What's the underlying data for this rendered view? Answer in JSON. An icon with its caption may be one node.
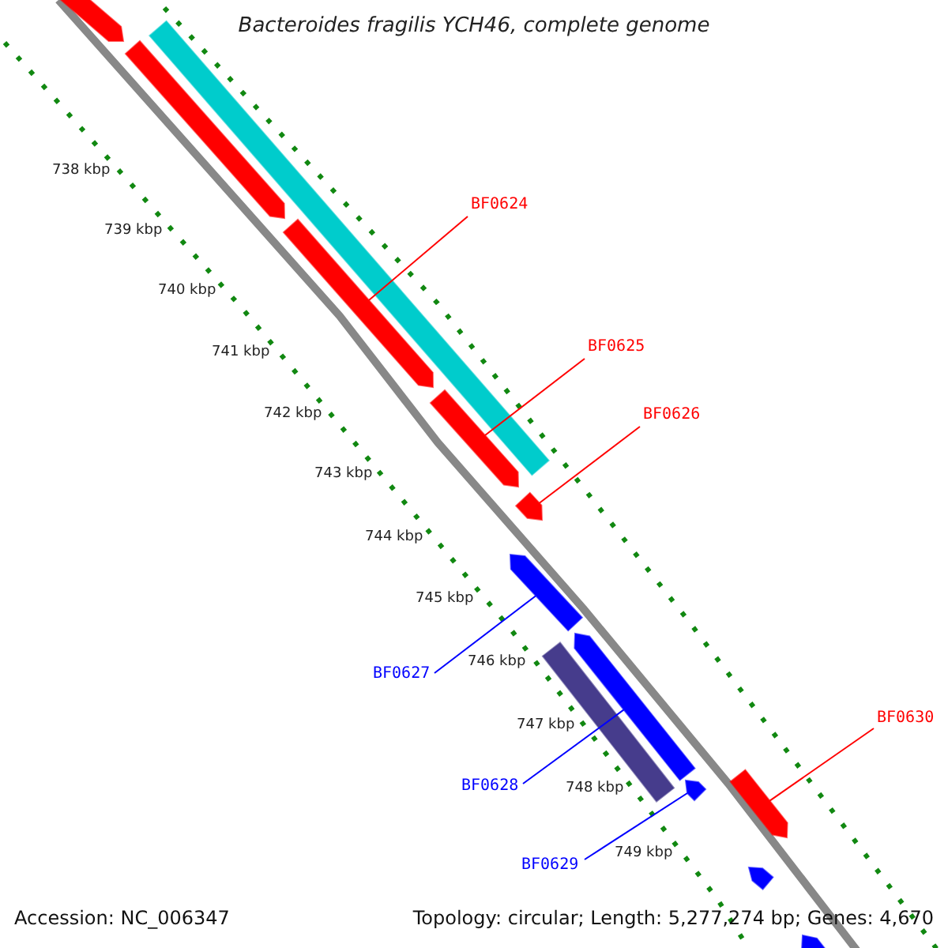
{
  "diagram": {
    "title": "Bacteroides fragilis YCH46, complete genome",
    "nodes": [
      {
        "text": [
          "BF0624"
        ]
      },
      {
        "text": [
          "BF0625"
        ]
      },
      {
        "text": [
          "BF0626"
        ]
      },
      {
        "text": [
          "BF0627"
        ]
      },
      {
        "text": [
          "BF0628"
        ]
      },
      {
        "text": [
          "BF0629"
        ]
      },
      {
        "text": [
          "BF0630"
        ]
      },
      {
        "text": [],
        "shape": "arrow"
      },
      {
        "text": [],
        "shape": "arrow"
      },
      {
        "text": [],
        "shape": "bar"
      },
      {
        "text": [],
        "shape": "arrow"
      },
      {
        "text": [],
        "shape": "arrow"
      },
      {
        "text": [],
        "shape": "arrow"
      },
      {
        "text": [],
        "shape": "arrow"
      },
      {
        "text": [],
        "shape": "bar"
      },
      {
        "text": [],
        "shape": "arrow"
      },
      {
        "text": [],
        "shape": "arrow"
      },
      {
        "text": [],
        "shape": "arrow"
      },
      {
        "text": [],
        "shape": "arrow"
      },
      {
        "text": [],
        "shape": "arrow"
      }
    ],
    "edges": [
      {
        "from": 0,
        "to": 10,
        "arrow": "none"
      },
      {
        "from": 1,
        "to": 11,
        "arrow": "none"
      },
      {
        "from": 2,
        "to": 12,
        "arrow": "none"
      },
      {
        "from": 3,
        "to": 13,
        "arrow": "none",
        "color": "#0000ff"
      },
      {
        "from": 4,
        "to": 15,
        "arrow": "none",
        "color": "#0000ff"
      },
      {
        "from": 5,
        "to": 16,
        "arrow": "none",
        "color": "#0000ff"
      },
      {
        "from": 6,
        "to": 17,
        "arrow": "none"
      }
    ],
    "labels": [
      "738 kbp",
      "739 kbp",
      "740 kbp",
      "741 kbp",
      "742 kbp",
      "743 kbp",
      "744 kbp",
      "745 kbp",
      "746 kbp",
      "747 kbp",
      "748 kbp",
      "749 kbp",
      "Accession: NC_006347",
      "Topology: circular; Length: 5,277,274 bp; Genes: 4,670"
    ]
  }
}
